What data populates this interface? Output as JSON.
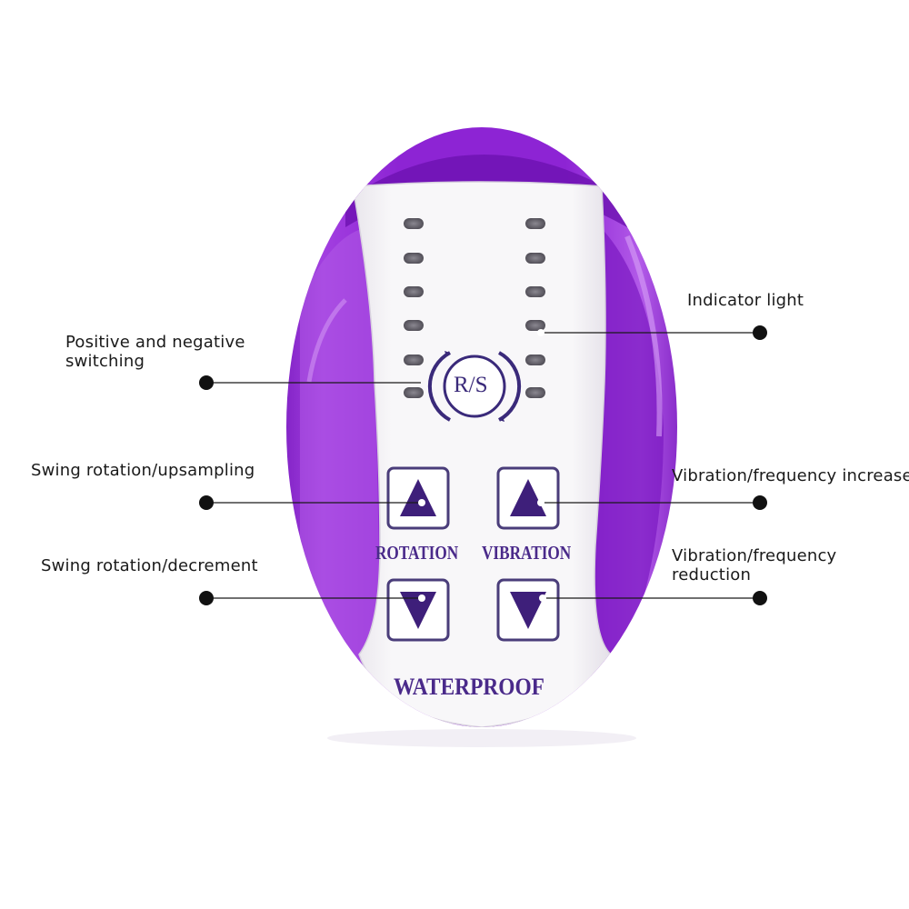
{
  "device": {
    "mode_switch": "R/S",
    "left_column_label": "ROTATION",
    "right_column_label": "VIBRATION",
    "footer": "WATERPROOF",
    "indicator_lights_per_column": 6
  },
  "callouts": {
    "indicator_light": "Indicator light",
    "positive_negative": "Positive and negative\nswitching",
    "swing_up": "Swing rotation/upsampling",
    "swing_down": "Swing rotation/decrement",
    "vibration_up": "Vibration/frequency increase",
    "vibration_down": "Vibration/frequency\nreduction"
  },
  "colors": {
    "body_purple": "#9a2fd8",
    "body_highlight": "#c778f2",
    "panel": "#f7f5f8",
    "button_outline": "#4a3d7a",
    "arrow": "#3e1f7a",
    "text_ink": "#4a2a8a",
    "leader": "#1a1a1a"
  }
}
